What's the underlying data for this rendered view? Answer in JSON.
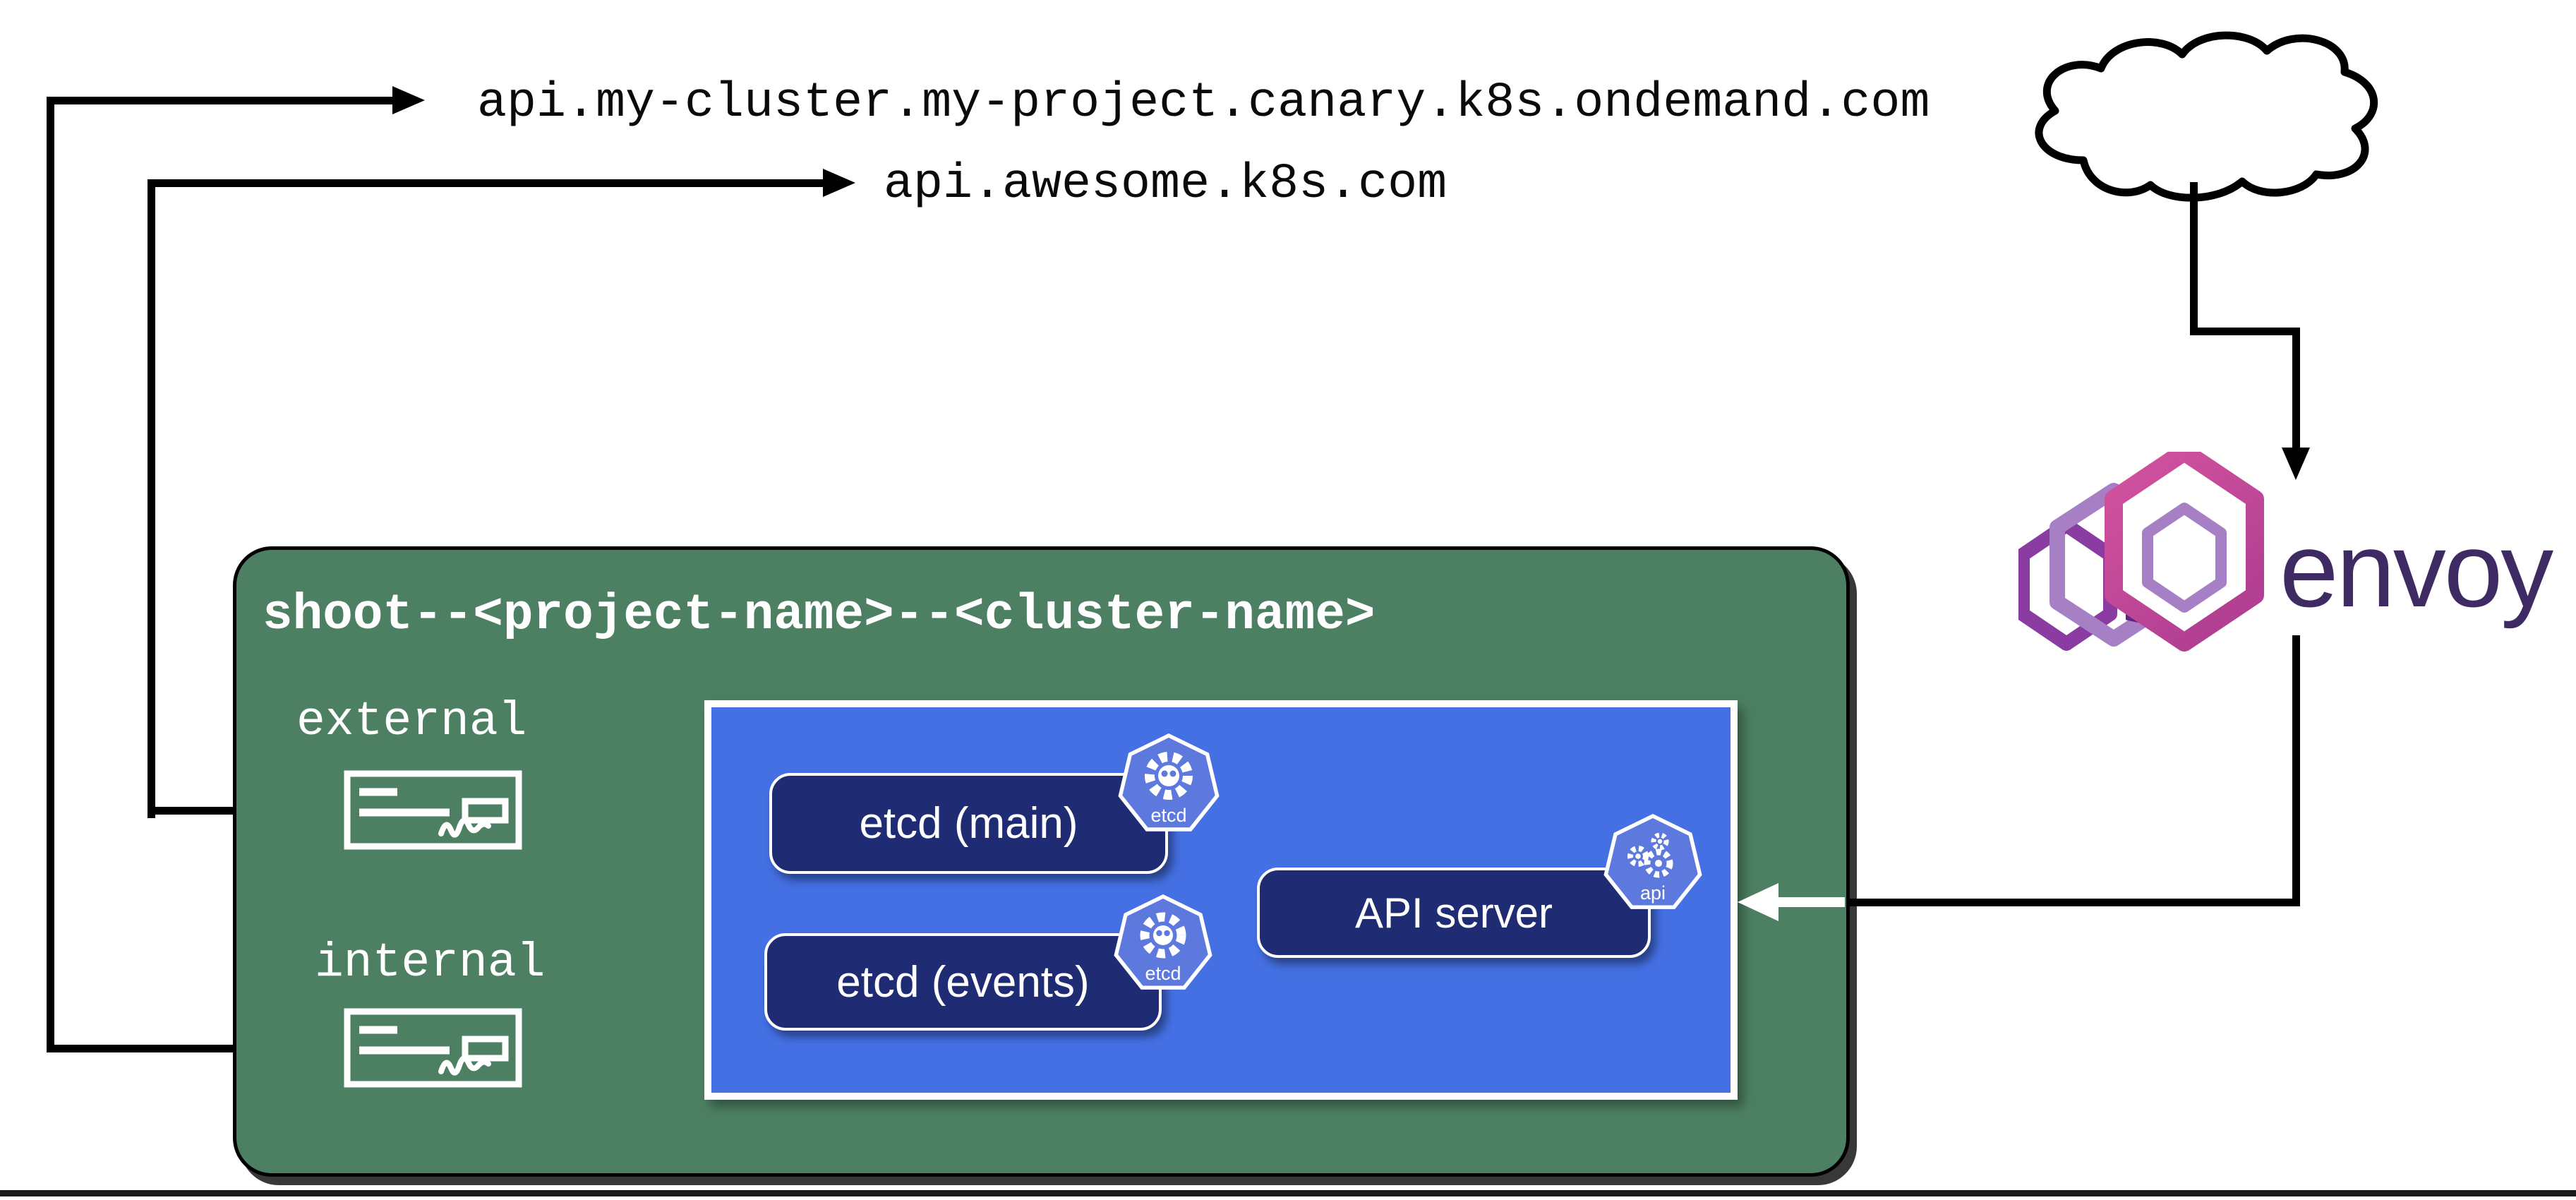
{
  "dns": {
    "record_internal": "api.my-cluster.my-project.canary.k8s.ondemand.com",
    "record_external": "api.awesome.k8s.com"
  },
  "shoot": {
    "title": "shoot--<project-name>--<cluster-name>",
    "external_label": "external",
    "internal_label": "internal"
  },
  "control_plane": {
    "etcd_main_label": "etcd (main)",
    "etcd_events_label": "etcd (events)",
    "api_server_label": "API server"
  },
  "badges": {
    "etcd": "etcd",
    "api": "api"
  },
  "envoy": {
    "wordmark": "envoy"
  },
  "icons": {
    "cloud": "internet-cloud-icon",
    "dns_record": "dns-record-icon",
    "etcd_badge": "etcd-heptagon-icon",
    "api_badge": "kube-apiserver-heptagon-icon",
    "envoy_logo": "envoy-hexagons-icon"
  },
  "colors": {
    "namespace_green": "#4d8063",
    "panel_blue": "#4470e4",
    "component_navy": "#1f2c74",
    "badge_blue": "#5d79de",
    "envoy_pink": "#c64795",
    "envoy_purple_mid": "#a77fc4",
    "envoy_purple_back": "#8a3ca3",
    "envoy_text_purple": "#3e2b63",
    "arrow_black": "#000000",
    "arrow_white": "#ffffff"
  }
}
